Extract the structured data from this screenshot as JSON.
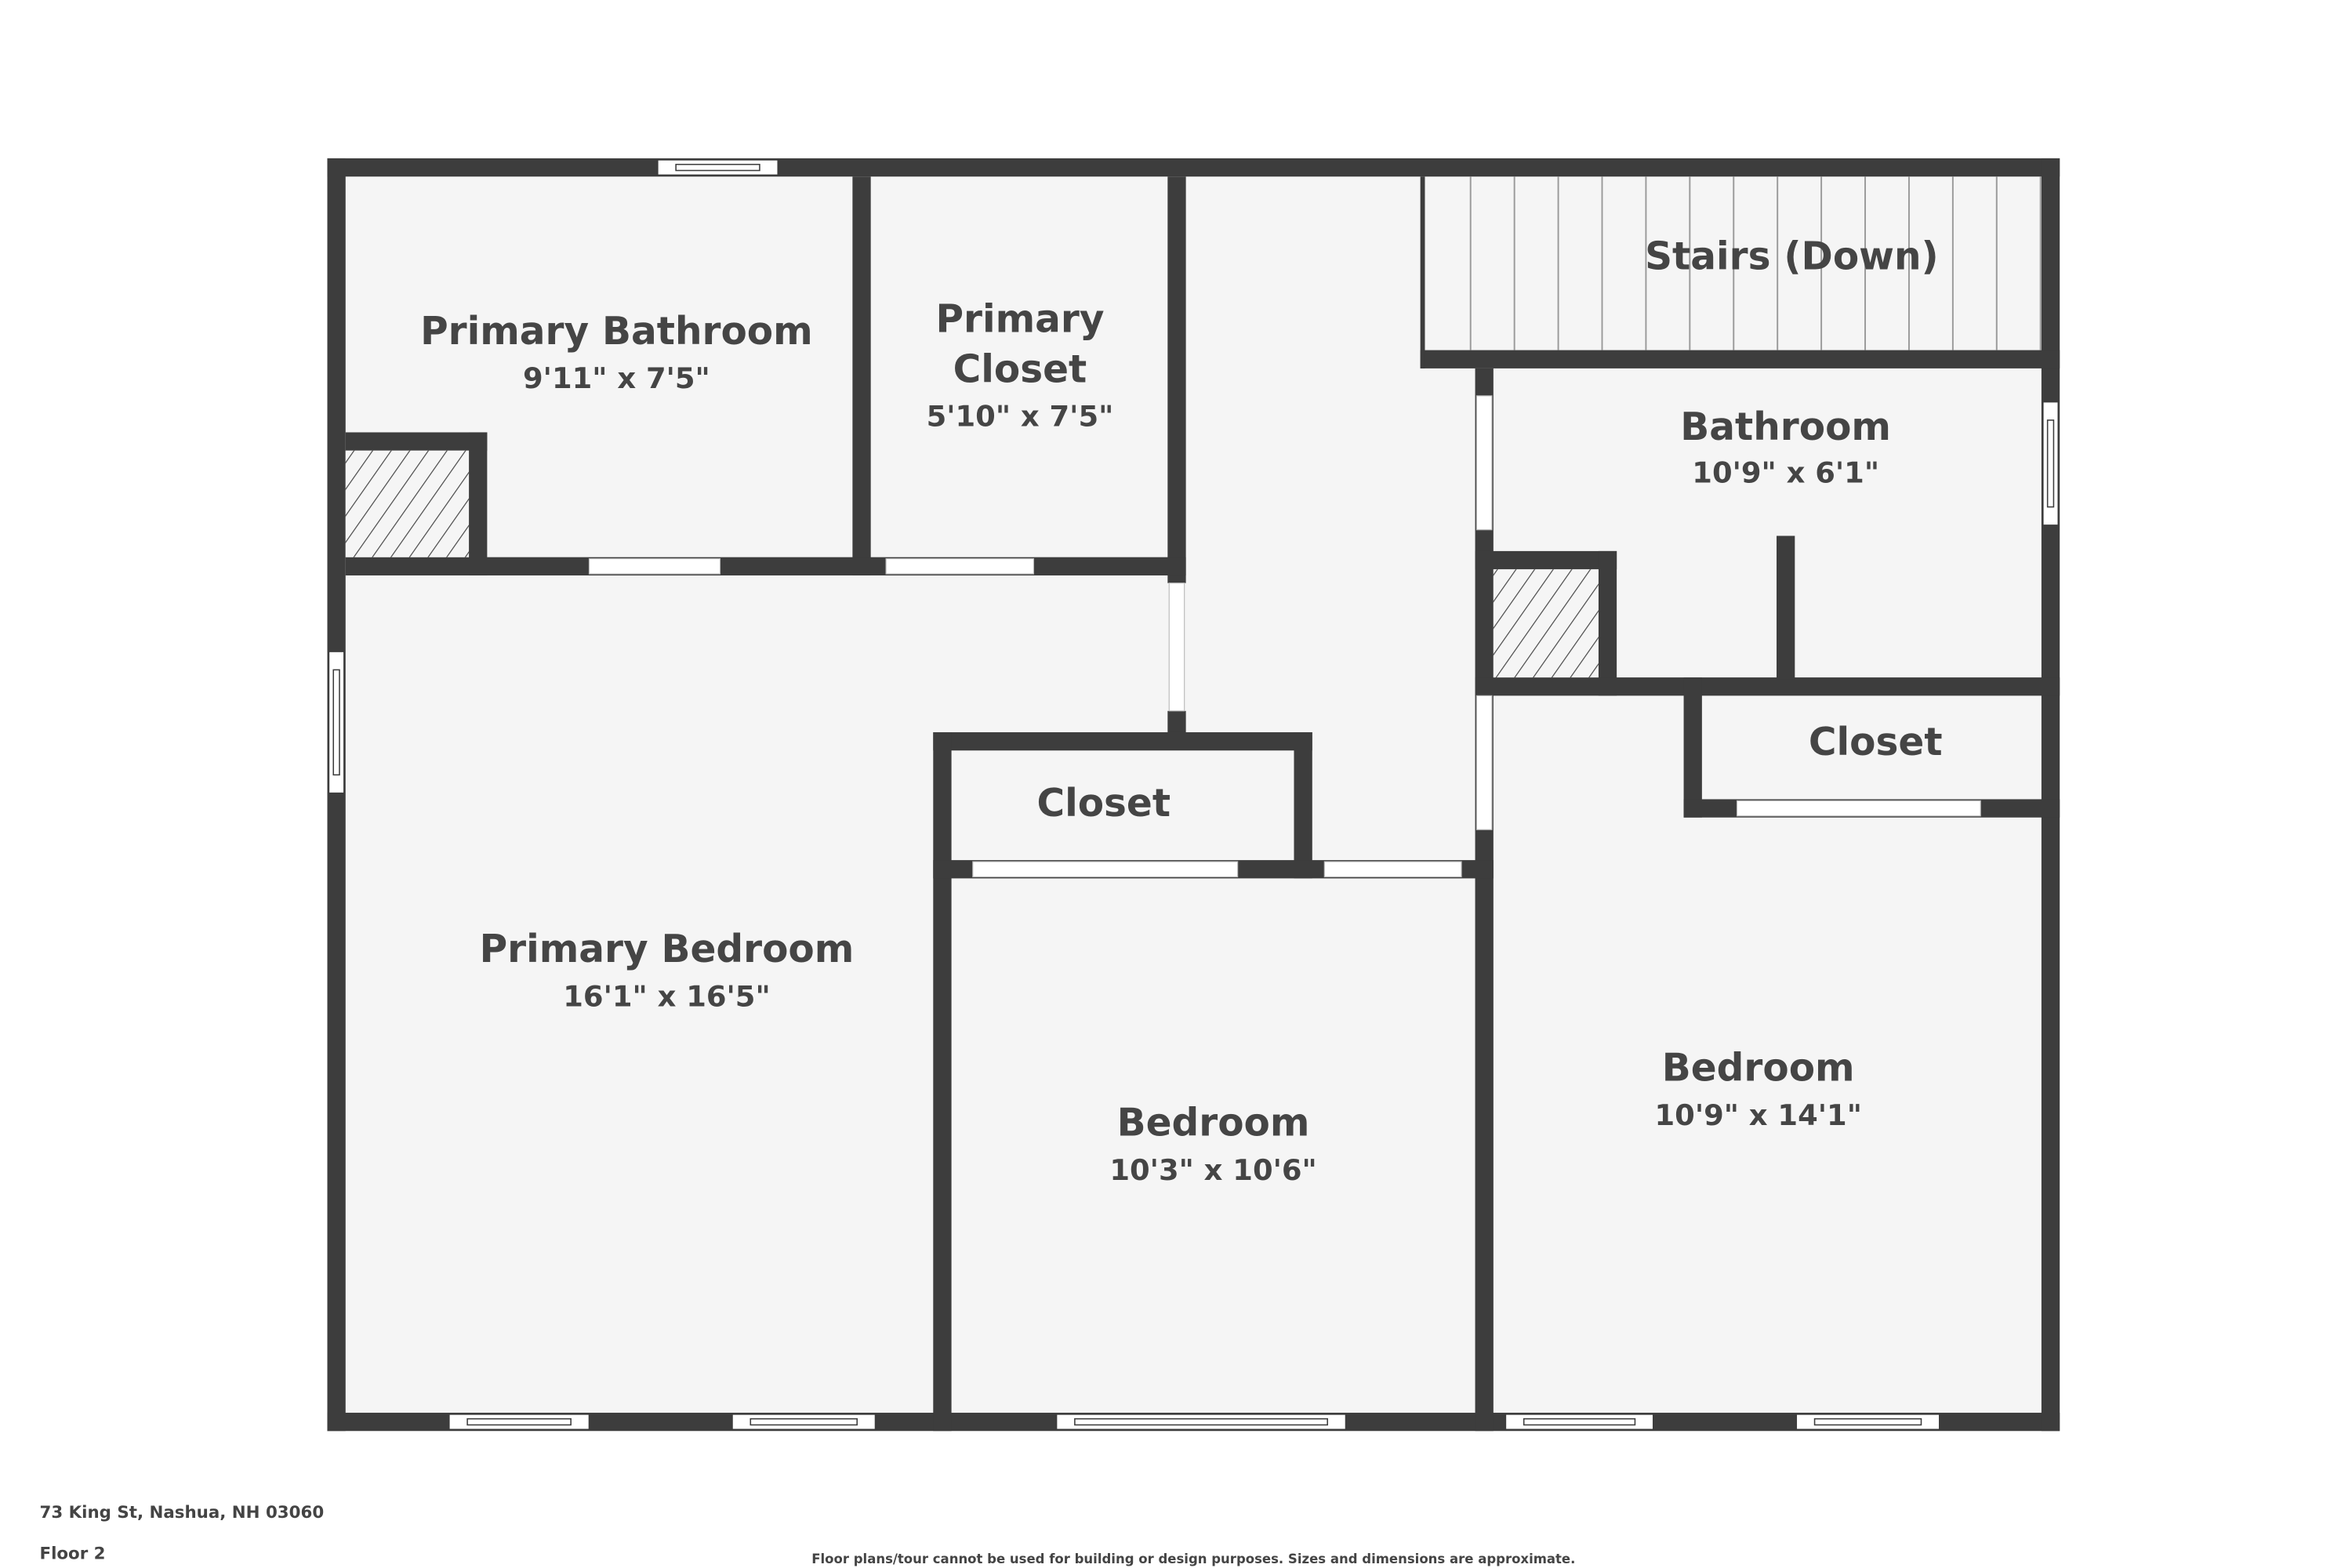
{
  "rooms": {
    "primary_bathroom": {
      "name": "Primary Bathroom",
      "dims": "9'11\" x 7'5\""
    },
    "primary_closet": {
      "name_line1": "Primary",
      "name_line2": "Closet",
      "dims": "5'10\" x 7'5\""
    },
    "stairs": {
      "name": "Stairs (Down)"
    },
    "bathroom": {
      "name": "Bathroom",
      "dims": "10'9\" x 6'1\""
    },
    "closet_right": {
      "name": "Closet"
    },
    "closet_middle": {
      "name": "Closet"
    },
    "primary_bedroom": {
      "name": "Primary Bedroom",
      "dims": "16'1\" x 16'5\""
    },
    "bedroom_middle": {
      "name": "Bedroom",
      "dims": "10'3\" x 10'6\""
    },
    "bedroom_right": {
      "name": "Bedroom",
      "dims": "10'9\" x 14'1\""
    }
  },
  "footer": {
    "address": "73 King St, Nashua, NH 03060",
    "floor": "Floor 2",
    "disclaimer": "Floor plans/tour cannot be used for building or design purposes. Sizes and dimensions are approximate."
  },
  "colors": {
    "wall": "#3d3d3d",
    "floor": "#f5f5f5",
    "text": "#454545"
  }
}
